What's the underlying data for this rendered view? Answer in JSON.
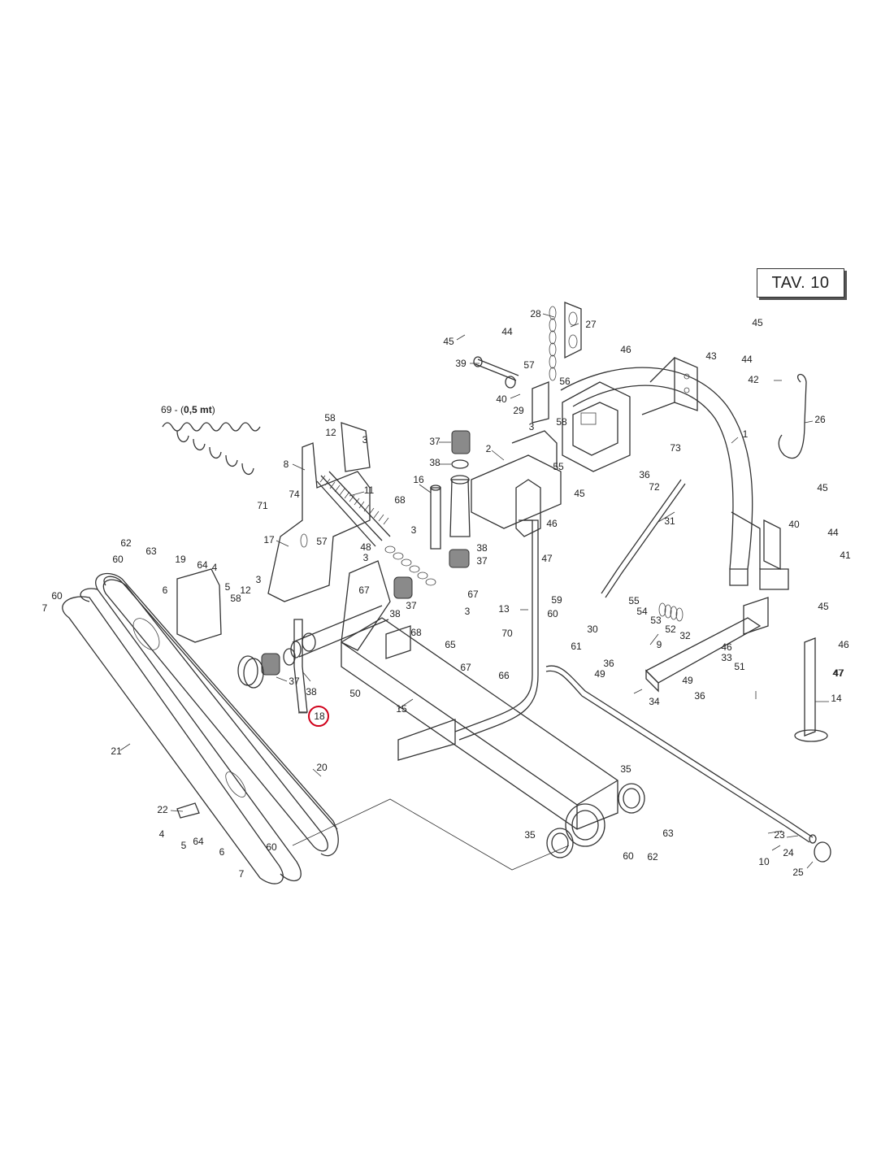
{
  "sheet_label": "TAV. 10",
  "spring_note": "69 - (",
  "spring_note_bold": "0,5 mt",
  "spring_note_end": ")",
  "highlight_color": "#d0021b",
  "highlighted_part": "18",
  "callouts": [
    {
      "id": "c28",
      "label": "28"
    },
    {
      "id": "c27",
      "label": "27"
    },
    {
      "id": "c45a",
      "label": "45"
    },
    {
      "id": "c44a",
      "label": "44"
    },
    {
      "id": "c39",
      "label": "39"
    },
    {
      "id": "c57a",
      "label": "57"
    },
    {
      "id": "c56",
      "label": "56"
    },
    {
      "id": "c40a",
      "label": "40"
    },
    {
      "id": "c29",
      "label": "29"
    },
    {
      "id": "c58a",
      "label": "58"
    },
    {
      "id": "c3a",
      "label": "3"
    },
    {
      "id": "c55a",
      "label": "55"
    },
    {
      "id": "c46a",
      "label": "46"
    },
    {
      "id": "c43",
      "label": "43"
    },
    {
      "id": "c45b",
      "label": "45"
    },
    {
      "id": "c44b",
      "label": "44"
    },
    {
      "id": "c42",
      "label": "42"
    },
    {
      "id": "c26",
      "label": "26"
    },
    {
      "id": "c1",
      "label": "1"
    },
    {
      "id": "c73",
      "label": "73"
    },
    {
      "id": "c36a",
      "label": "36"
    },
    {
      "id": "c72",
      "label": "72"
    },
    {
      "id": "c31",
      "label": "31"
    },
    {
      "id": "c45c",
      "label": "45"
    },
    {
      "id": "c40b",
      "label": "40"
    },
    {
      "id": "c44c",
      "label": "44"
    },
    {
      "id": "c41",
      "label": "41"
    },
    {
      "id": "c45d",
      "label": "45"
    },
    {
      "id": "c46b",
      "label": "46"
    },
    {
      "id": "c47a",
      "label": "47"
    },
    {
      "id": "c14",
      "label": "14"
    },
    {
      "id": "c58b",
      "label": "58"
    },
    {
      "id": "c12a",
      "label": "12"
    },
    {
      "id": "c3b",
      "label": "3"
    },
    {
      "id": "c37a",
      "label": "37"
    },
    {
      "id": "c38a",
      "label": "38"
    },
    {
      "id": "c2",
      "label": "2"
    },
    {
      "id": "c8",
      "label": "8"
    },
    {
      "id": "c11",
      "label": "11"
    },
    {
      "id": "c16",
      "label": "16"
    },
    {
      "id": "c74",
      "label": "74"
    },
    {
      "id": "c71",
      "label": "71"
    },
    {
      "id": "c68a",
      "label": "68"
    },
    {
      "id": "c3c",
      "label": "3"
    },
    {
      "id": "c57b",
      "label": "57"
    },
    {
      "id": "c38b",
      "label": "38"
    },
    {
      "id": "c37b",
      "label": "37"
    },
    {
      "id": "c45e",
      "label": "45"
    },
    {
      "id": "c46c",
      "label": "46"
    },
    {
      "id": "c47b",
      "label": "47"
    },
    {
      "id": "c17",
      "label": "17"
    },
    {
      "id": "c48",
      "label": "48"
    },
    {
      "id": "c3d",
      "label": "3"
    },
    {
      "id": "c67a",
      "label": "67"
    },
    {
      "id": "c62a",
      "label": "62"
    },
    {
      "id": "c63a",
      "label": "63"
    },
    {
      "id": "c60a",
      "label": "60"
    },
    {
      "id": "c19",
      "label": "19"
    },
    {
      "id": "c64a",
      "label": "64"
    },
    {
      "id": "c4a",
      "label": "4"
    },
    {
      "id": "c5a",
      "label": "5"
    },
    {
      "id": "c6a",
      "label": "6"
    },
    {
      "id": "c3e",
      "label": "3"
    },
    {
      "id": "c12b",
      "label": "12"
    },
    {
      "id": "c58c",
      "label": "58"
    },
    {
      "id": "c38c",
      "label": "38"
    },
    {
      "id": "c37c",
      "label": "37"
    },
    {
      "id": "c67b",
      "label": "67"
    },
    {
      "id": "c3f",
      "label": "3"
    },
    {
      "id": "c13",
      "label": "13"
    },
    {
      "id": "c59",
      "label": "59"
    },
    {
      "id": "c60b",
      "label": "60"
    },
    {
      "id": "c55b",
      "label": "55"
    },
    {
      "id": "c54",
      "label": "54"
    },
    {
      "id": "c53",
      "label": "53"
    },
    {
      "id": "c52",
      "label": "52"
    },
    {
      "id": "c32",
      "label": "32"
    },
    {
      "id": "c45f",
      "label": "45"
    },
    {
      "id": "c7a",
      "label": "7"
    },
    {
      "id": "c60c",
      "label": "60"
    },
    {
      "id": "c68b",
      "label": "68"
    },
    {
      "id": "c65",
      "label": "65"
    },
    {
      "id": "c30",
      "label": "30"
    },
    {
      "id": "c61",
      "label": "61"
    },
    {
      "id": "c9",
      "label": "9"
    },
    {
      "id": "c46d",
      "label": "46"
    },
    {
      "id": "c38d",
      "label": "38"
    },
    {
      "id": "c37d",
      "label": "37"
    },
    {
      "id": "c70",
      "label": "70"
    },
    {
      "id": "c67c",
      "label": "67"
    },
    {
      "id": "c66",
      "label": "66"
    },
    {
      "id": "c33",
      "label": "33"
    },
    {
      "id": "c51",
      "label": "51"
    },
    {
      "id": "c47c",
      "label": "47"
    },
    {
      "id": "c36b",
      "label": "36"
    },
    {
      "id": "c49a",
      "label": "49"
    },
    {
      "id": "c49b",
      "label": "49"
    },
    {
      "id": "c50",
      "label": "50"
    },
    {
      "id": "c18",
      "label": "18"
    },
    {
      "id": "c15",
      "label": "15"
    },
    {
      "id": "c34",
      "label": "34"
    },
    {
      "id": "c36c",
      "label": "36"
    },
    {
      "id": "c21",
      "label": "21"
    },
    {
      "id": "c20",
      "label": "20"
    },
    {
      "id": "c35a",
      "label": "35"
    },
    {
      "id": "c22",
      "label": "22"
    },
    {
      "id": "c4b",
      "label": "4"
    },
    {
      "id": "c64b",
      "label": "64"
    },
    {
      "id": "c5b",
      "label": "5"
    },
    {
      "id": "c6b",
      "label": "6"
    },
    {
      "id": "c60d",
      "label": "60"
    },
    {
      "id": "c7b",
      "label": "7"
    },
    {
      "id": "c35b",
      "label": "35"
    },
    {
      "id": "c63b",
      "label": "63"
    },
    {
      "id": "c60e",
      "label": "60"
    },
    {
      "id": "c62b",
      "label": "62"
    },
    {
      "id": "c23",
      "label": "23"
    },
    {
      "id": "c24",
      "label": "24"
    },
    {
      "id": "c10",
      "label": "10"
    },
    {
      "id": "c25",
      "label": "25"
    }
  ]
}
